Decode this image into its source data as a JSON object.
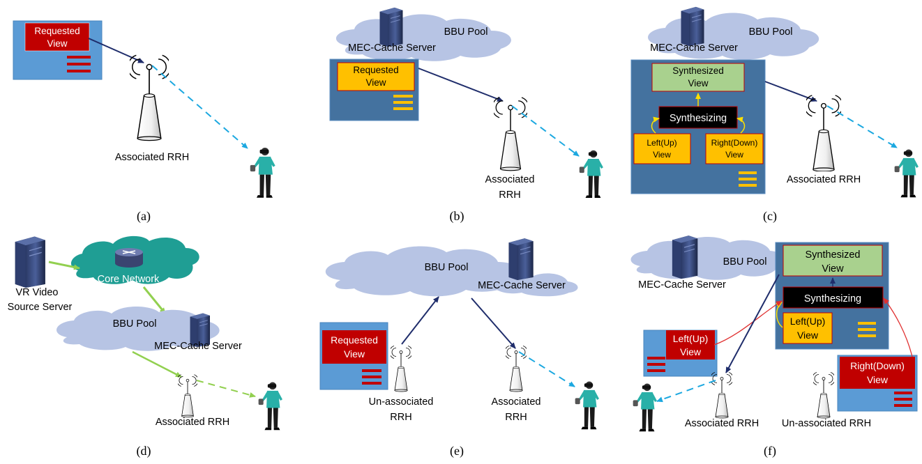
{
  "labels": {
    "requested_view": [
      "Requested",
      "View"
    ],
    "synthesized_view": [
      "Synthesized",
      "View"
    ],
    "synthesizing": "Synthesizing",
    "left_up_view": [
      "Left(Up)",
      "View"
    ],
    "right_down_view": [
      "Right(Down)",
      "View"
    ],
    "bbu_pool": "BBU Pool",
    "mec_cache_server": "MEC-Cache Server",
    "associated_rrh": "Associated RRH",
    "associated_rrh_two_line": [
      "Associated",
      "RRH"
    ],
    "unassociated_rrh": "Un-associated RRH",
    "unassociated_rrh_two_line": [
      "Un-associated",
      "RRH"
    ],
    "core_network": "Core Network",
    "vr_source_server": [
      "VR Video",
      "Source Server"
    ]
  },
  "captions": [
    "(a)",
    "(b)",
    "(c)",
    "(d)",
    "(e)",
    "(f)"
  ],
  "colors": {
    "cloud": "#b7c4e4",
    "core_cloud": "#1f9e94",
    "light_panel": "#5b9bd5",
    "dark_panel": "#44729f",
    "view_red": "#c00000",
    "view_orange": "#ffc000",
    "view_green": "#a9d18e",
    "link_navy": "#1f2d6b",
    "link_cyan": "#1ca8e0",
    "link_green": "#92d050",
    "highlight_red": "#e03030",
    "highlight_yellow": "#ffff00"
  }
}
